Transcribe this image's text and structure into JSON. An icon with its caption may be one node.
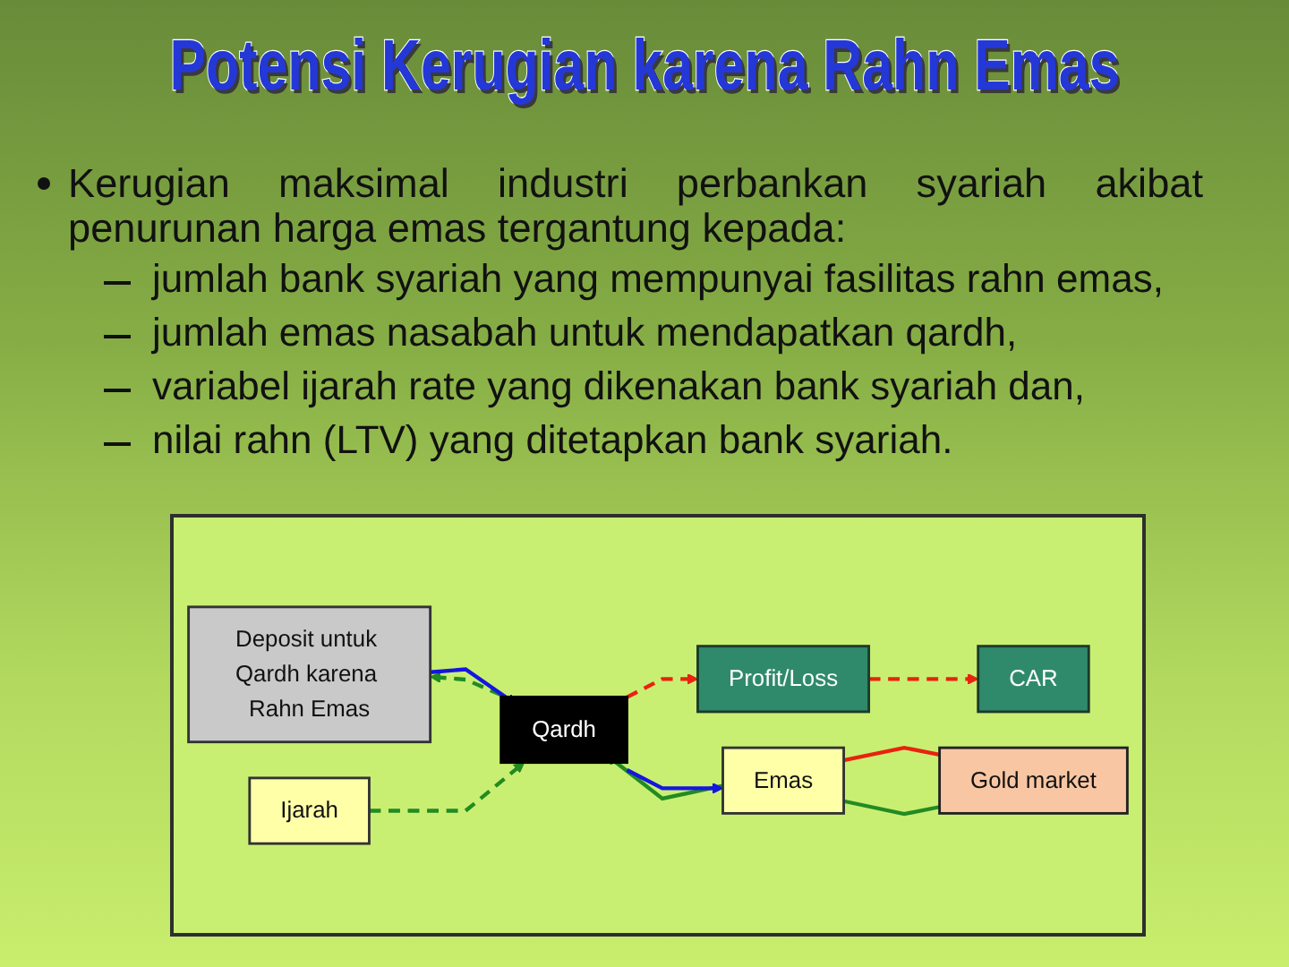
{
  "diagram": {
    "title": "Potensi Kerugian karena Rahn Emas",
    "nodes": [
      {
        "text": [
          "CAR"
        ]
      },
      {
        "text": [
          "Profit/Loss"
        ]
      },
      {
        "text": [
          "Gold market"
        ]
      },
      {
        "text": [
          "Deposit untuk Qardh karena Rahn Emas"
        ]
      },
      {
        "text": [
          "Qardh"
        ]
      },
      {
        "text": [
          "Emas"
        ]
      },
      {
        "text": [
          "Ijarah"
        ]
      }
    ],
    "edges": [
      {
        "from": 1,
        "to": 0,
        "arrow": "to",
        "style": "dashed",
        "color": "#e8230f"
      },
      {
        "from": 4,
        "to": 1,
        "arrow": "to",
        "style": "dashed",
        "color": "#e8230f"
      },
      {
        "from": 4,
        "to": 3,
        "arrow": "to",
        "style": "dashed",
        "color": "#228b22"
      },
      {
        "from": 3,
        "to": 4,
        "arrow": "to",
        "color": "#1515e0"
      },
      {
        "from": 5,
        "to": 4,
        "arrow": "to",
        "color": "#228b22"
      },
      {
        "from": 4,
        "to": 5,
        "arrow": "to",
        "color": "#1515e0"
      },
      {
        "from": 5,
        "to": 2,
        "arrow": "none",
        "color": "#e8230f"
      },
      {
        "from": 5,
        "to": 2,
        "arrow": "none",
        "color": "#228b22"
      },
      {
        "from": 6,
        "to": 4,
        "arrow": "to",
        "style": "dashed",
        "color": "#228b22"
      }
    ],
    "labels": [
      "Kerugian maksimal industri perbankan syariah akibat penurunan harga emas tergantung kepada:",
      "jumlah bank syariah yang mempunyai fasilitas rahn emas,",
      "jumlah emas nasabah untuk mendapatkan qardh,",
      "variabel ijarah rate yang dikenakan bank syariah dan,",
      "nilai rahn (LTV) yang ditetapkan bank syariah."
    ]
  }
}
